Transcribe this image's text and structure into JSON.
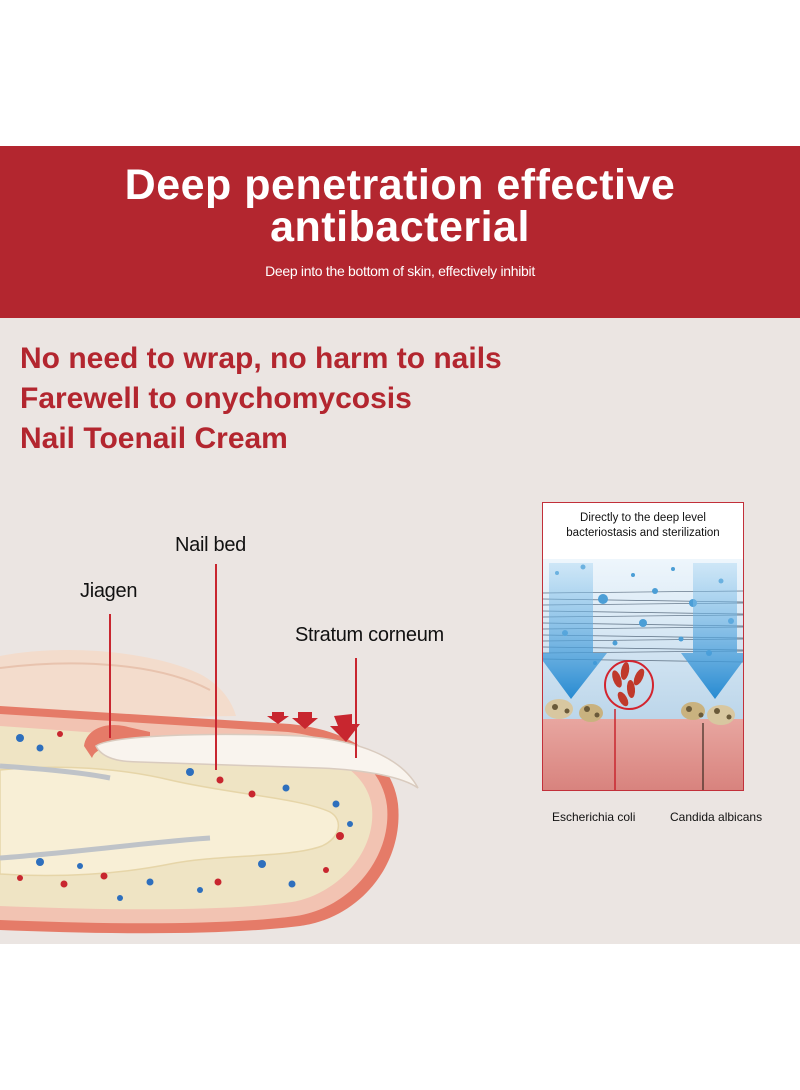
{
  "banner": {
    "title_line1": "Deep penetration effective",
    "title_line2": "antibacterial",
    "subtitle": "Deep into the bottom of skin, effectively inhibit"
  },
  "headlines": [
    "No need to wrap, no harm to nails",
    "Farewell to onychomycosis",
    "Nail Toenail Cream"
  ],
  "diagram": {
    "labels": {
      "nail_bed": "Nail bed",
      "jiagen": "Jiagen",
      "stratum_corneum": "Stratum corneum"
    }
  },
  "inset": {
    "caption_line1": "Directly to the deep level",
    "caption_line2": "bacteriostasis and sterilization",
    "label_left": "Escherichia coli",
    "label_right": "Candida albicans"
  },
  "colors": {
    "brand_red": "#b3262f",
    "background": "#ebe5e2"
  }
}
